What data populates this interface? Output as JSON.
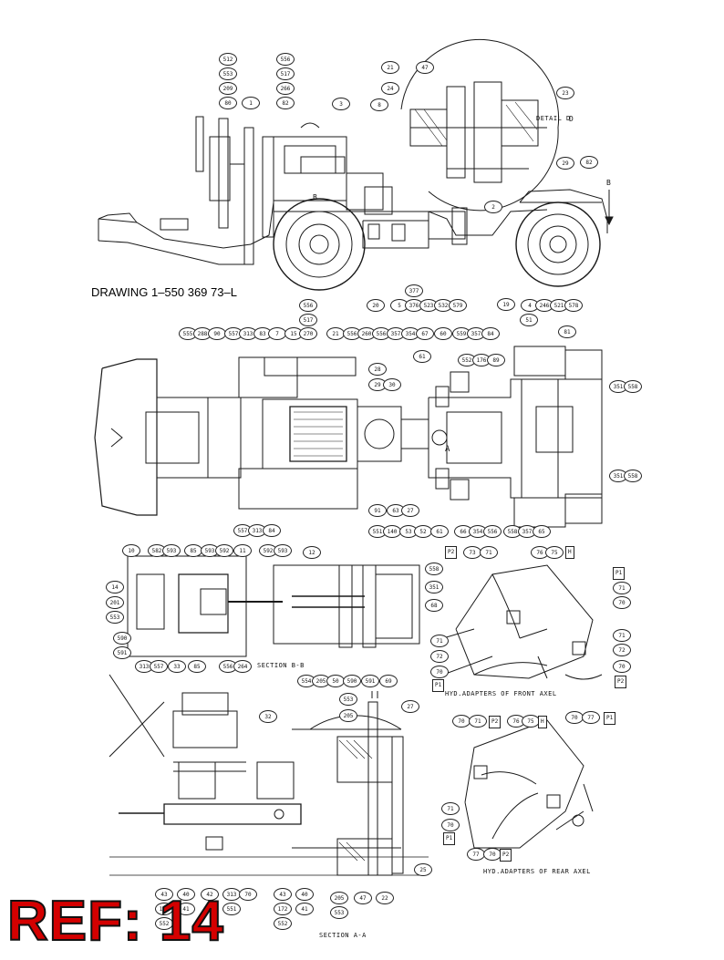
{
  "drawing_number": "DRAWING 1–550 369 73–L",
  "ref_label": "REF: 14",
  "captions": {
    "detail_d": "DETAIL D",
    "section_bb": "SECTION B-B",
    "section_aa": "SECTION A-A",
    "hyd_front": "HYD.ADAPTERS OF FRONT AXEL",
    "hyd_rear": "HYD.ADAPTERS OF REAR AXEL"
  },
  "marks": {
    "b": "B",
    "a": "A",
    "d": "D"
  },
  "colors": {
    "line": "#1a1a1a",
    "ref_fill": "#d40000",
    "ref_outline": "#111111"
  },
  "side_view_callouts": [
    "512",
    "553",
    "209",
    "80",
    "1",
    "556",
    "517",
    "266",
    "82",
    "3",
    "8",
    "21",
    "47",
    "24",
    "23",
    "29",
    "82",
    "2",
    "20",
    "5",
    "377",
    "376",
    "523",
    "532",
    "579",
    "19",
    "4",
    "246",
    "521",
    "578",
    "51"
  ],
  "top_view_callouts": [
    "556",
    "517",
    "555",
    "288",
    "90",
    "557",
    "313",
    "83",
    "7",
    "15",
    "270",
    "21",
    "556",
    "260",
    "556",
    "357",
    "354",
    "67",
    "60",
    "559",
    "357",
    "84",
    "81",
    "552",
    "176",
    "89",
    "28",
    "29",
    "30",
    "61",
    "351",
    "558",
    "351",
    "558",
    "91",
    "63",
    "27",
    "557",
    "313",
    "84",
    "551",
    "140",
    "53",
    "52",
    "61",
    "66",
    "354",
    "556",
    "558",
    "357",
    "65"
  ],
  "section_bb_callouts": [
    "10",
    "582",
    "593",
    "85",
    "593",
    "592",
    "11",
    "592",
    "593",
    "12",
    "558",
    "351",
    "14",
    "201",
    "553",
    "590",
    "591",
    "68",
    "313",
    "557",
    "33",
    "85",
    "556",
    "264",
    "554",
    "205",
    "50",
    "590",
    "591",
    "69"
  ],
  "front_adapter_callouts": [
    "P2",
    "73",
    "71",
    "76",
    "75",
    "H",
    "P1",
    "71",
    "70",
    "71",
    "72",
    "70",
    "71",
    "72",
    "70",
    "P1",
    "P2"
  ],
  "section_aa_callouts": [
    "553",
    "205",
    "27",
    "32",
    "25",
    "43",
    "40",
    "42",
    "313",
    "70",
    "172",
    "41",
    "551",
    "552",
    "43",
    "40",
    "205",
    "47",
    "22",
    "172",
    "41",
    "552",
    "553"
  ],
  "rear_adapter_callouts": [
    "70",
    "71",
    "P2",
    "76",
    "75",
    "H",
    "70",
    "77",
    "P1",
    "71",
    "70",
    "P1",
    "77",
    "70",
    "P2"
  ]
}
